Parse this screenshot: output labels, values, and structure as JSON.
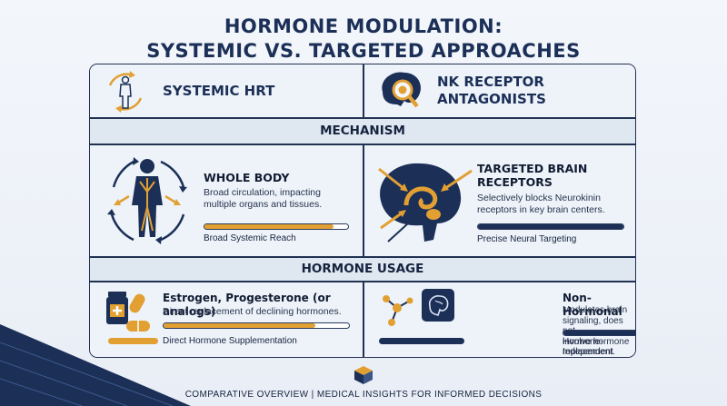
{
  "title": {
    "line1": "HORMONE MODULATION:",
    "line2": "SYSTEMIC VS. TARGETED APPROACHES"
  },
  "header": {
    "left": {
      "label": "SYSTEMIC HRT",
      "icon": "human-body-cycle-icon"
    },
    "right": {
      "line1": "NK RECEPTOR",
      "line2": "ANTAGONISTS",
      "icon": "brain-magnifier-icon"
    }
  },
  "sections": {
    "mechanism": {
      "heading": "MECHANISM",
      "left": {
        "title": "WHOLE BODY",
        "desc_line1": "Broad circulation, impacting",
        "desc_line2": "multiple organs and tissues.",
        "caption": "Broad Systemic Reach",
        "level": 0.9
      },
      "right": {
        "title_line1": "TARGETED BRAIN",
        "title_line2": "RECEPTORS",
        "desc_line1": "Selectively blocks Neurokinin",
        "desc_line2": "receptors in key brain centers.",
        "caption": "Precise Neural Targeting",
        "level": 1.0
      }
    },
    "hormone_usage": {
      "heading": "HORMONE USAGE",
      "left": {
        "title": "Estrogen, Progesterone (or analogs)",
        "desc": "Direct replacement of declining hormones.",
        "caption": "Direct Hormone Supplementation",
        "level": 0.82
      },
      "right": {
        "title": "Non-Hormonal",
        "desc_line1": "Modulates brain signaling, does not",
        "desc_line2": "involve hormone replacement.",
        "caption": "Hormone-Independent Modulation",
        "level": 1.0
      }
    }
  },
  "footer": "COMPARATIVE OVERVIEW | MEDICAL INSIGHTS FOR INFORMED DECISIONS",
  "colors": {
    "navy": "#1b2f57",
    "orange": "#e2a033",
    "bg": "#f3f6fb"
  }
}
